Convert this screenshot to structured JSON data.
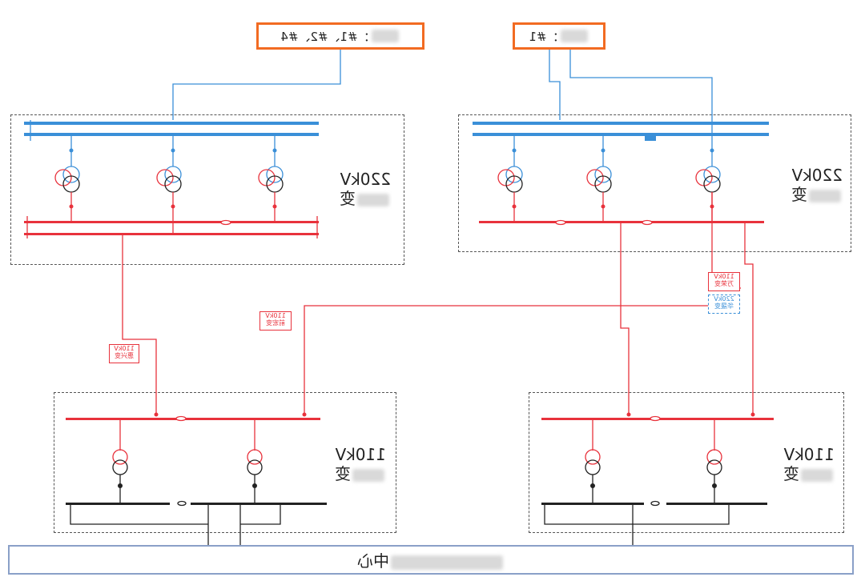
{
  "top_boxes": [
    {
      "text": "：#1、#2、#4"
    },
    {
      "text": "：#1"
    }
  ],
  "substations": [
    {
      "voltage": "220kV",
      "suffix": "变"
    },
    {
      "voltage": "220kV",
      "suffix": "变"
    },
    {
      "voltage": "110kV",
      "suffix": "变"
    },
    {
      "voltage": "110kV",
      "suffix": "变"
    }
  ],
  "tags": {
    "left_110_a": [
      "110kV",
      "惠兴变"
    ],
    "left_110_b": [
      "110kV",
      "前宏变"
    ],
    "right_110": [
      "110kV",
      "万荣变"
    ],
    "right_220": [
      "220kV",
      "华晟变"
    ]
  },
  "dispatch": {
    "text": "中心"
  },
  "colors": {
    "hv_bus": "#3a8fd8",
    "mv_bus": "#e8323c",
    "border": "#f26b22"
  }
}
